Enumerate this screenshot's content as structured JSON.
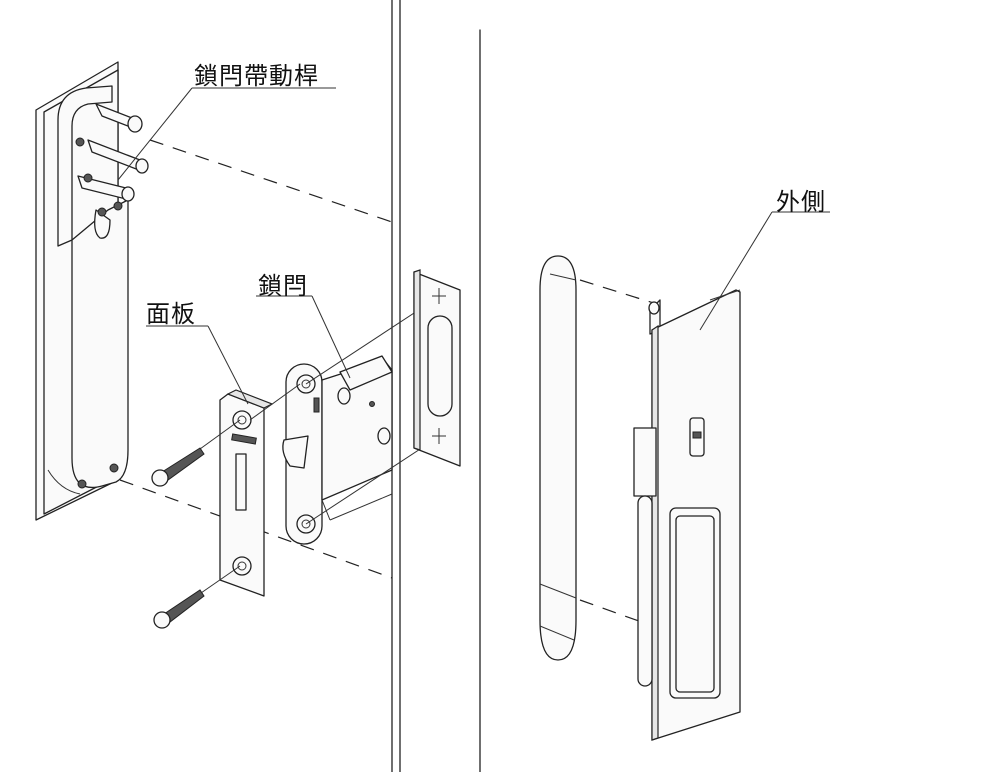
{
  "diagram": {
    "type": "exploded-assembly",
    "labels": {
      "bolt_drive_rod": "鎖閂帶動桿",
      "faceplate": "面板",
      "latch_bolt": "鎖閂",
      "outside": "外側"
    },
    "colors": {
      "line": "#222222",
      "background": "#ffffff",
      "fill": "#fafafa"
    }
  }
}
